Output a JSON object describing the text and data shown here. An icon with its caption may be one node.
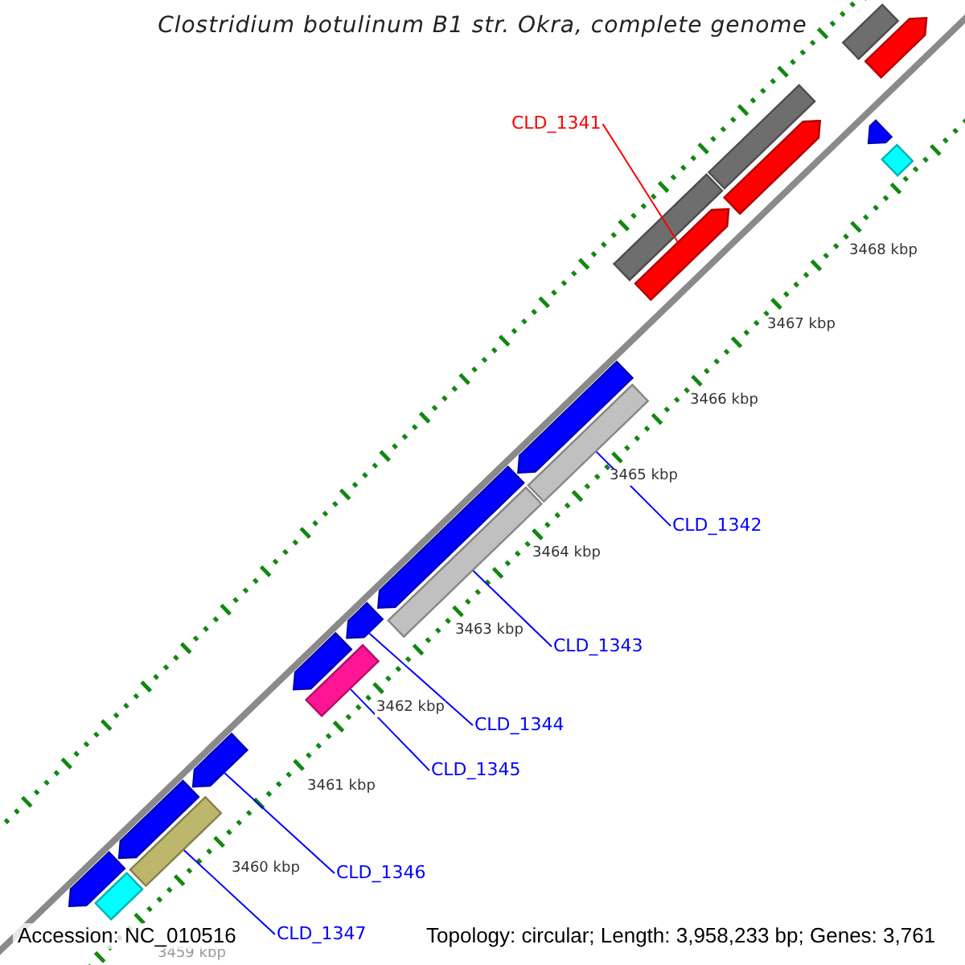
{
  "diagram": {
    "title": "Clostridium botulinum B1 str. Okra, complete genome",
    "nodes": [
      {
        "text": [
          "CLD_1341"
        ]
      },
      {
        "text": [],
        "shape": "arrow"
      },
      {
        "text": [
          "CLD_1342"
        ]
      },
      {
        "text": [],
        "shape": "bar"
      },
      {
        "text": [
          "CLD_1343"
        ]
      },
      {
        "text": [],
        "shape": "bar"
      },
      {
        "text": [
          "CLD_1344"
        ]
      },
      {
        "text": [],
        "shape": "arrow"
      },
      {
        "text": [
          "CLD_1345"
        ]
      },
      {
        "text": [],
        "shape": "bar"
      },
      {
        "text": [
          "CLD_1346"
        ]
      },
      {
        "text": [],
        "shape": "arrow"
      },
      {
        "text": [
          "CLD_1347"
        ]
      },
      {
        "text": [],
        "shape": "bar"
      },
      {
        "text": [],
        "shape": "bar"
      },
      {
        "text": [],
        "shape": "bar"
      },
      {
        "text": [],
        "shape": "bar"
      },
      {
        "text": [],
        "shape": "arrow"
      },
      {
        "text": [],
        "shape": "arrow"
      },
      {
        "text": [],
        "shape": "arrow"
      },
      {
        "text": [],
        "shape": "bar"
      },
      {
        "text": [],
        "shape": "arrow"
      },
      {
        "text": [],
        "shape": "arrow"
      },
      {
        "text": [],
        "shape": "arrow"
      },
      {
        "text": [],
        "shape": "arrow"
      },
      {
        "text": [],
        "shape": "arrow"
      },
      {
        "text": [],
        "shape": "bar"
      }
    ],
    "edges": [
      {
        "from": 0,
        "to": 1,
        "arrow": "none",
        "color": "#ff0000"
      },
      {
        "from": 2,
        "to": 3,
        "arrow": "none"
      },
      {
        "from": 4,
        "to": 5,
        "arrow": "none"
      },
      {
        "from": 6,
        "to": 7,
        "arrow": "none"
      },
      {
        "from": 8,
        "to": 9,
        "arrow": "none"
      },
      {
        "from": 10,
        "to": 11,
        "arrow": "none"
      },
      {
        "from": 12,
        "to": 13,
        "arrow": "none"
      }
    ],
    "labels": [
      "3468 kbp",
      "3467 kbp",
      "3466 kbp",
      "3465 kbp",
      "3464 kbp",
      "3463 kbp",
      "3462 kbp",
      "3461 kbp",
      "3460 kbp",
      "3459 kbp",
      "Accession: NC_010516",
      "Topology: circular; Length: 3,958,233 bp; Genes: 3,761"
    ]
  }
}
